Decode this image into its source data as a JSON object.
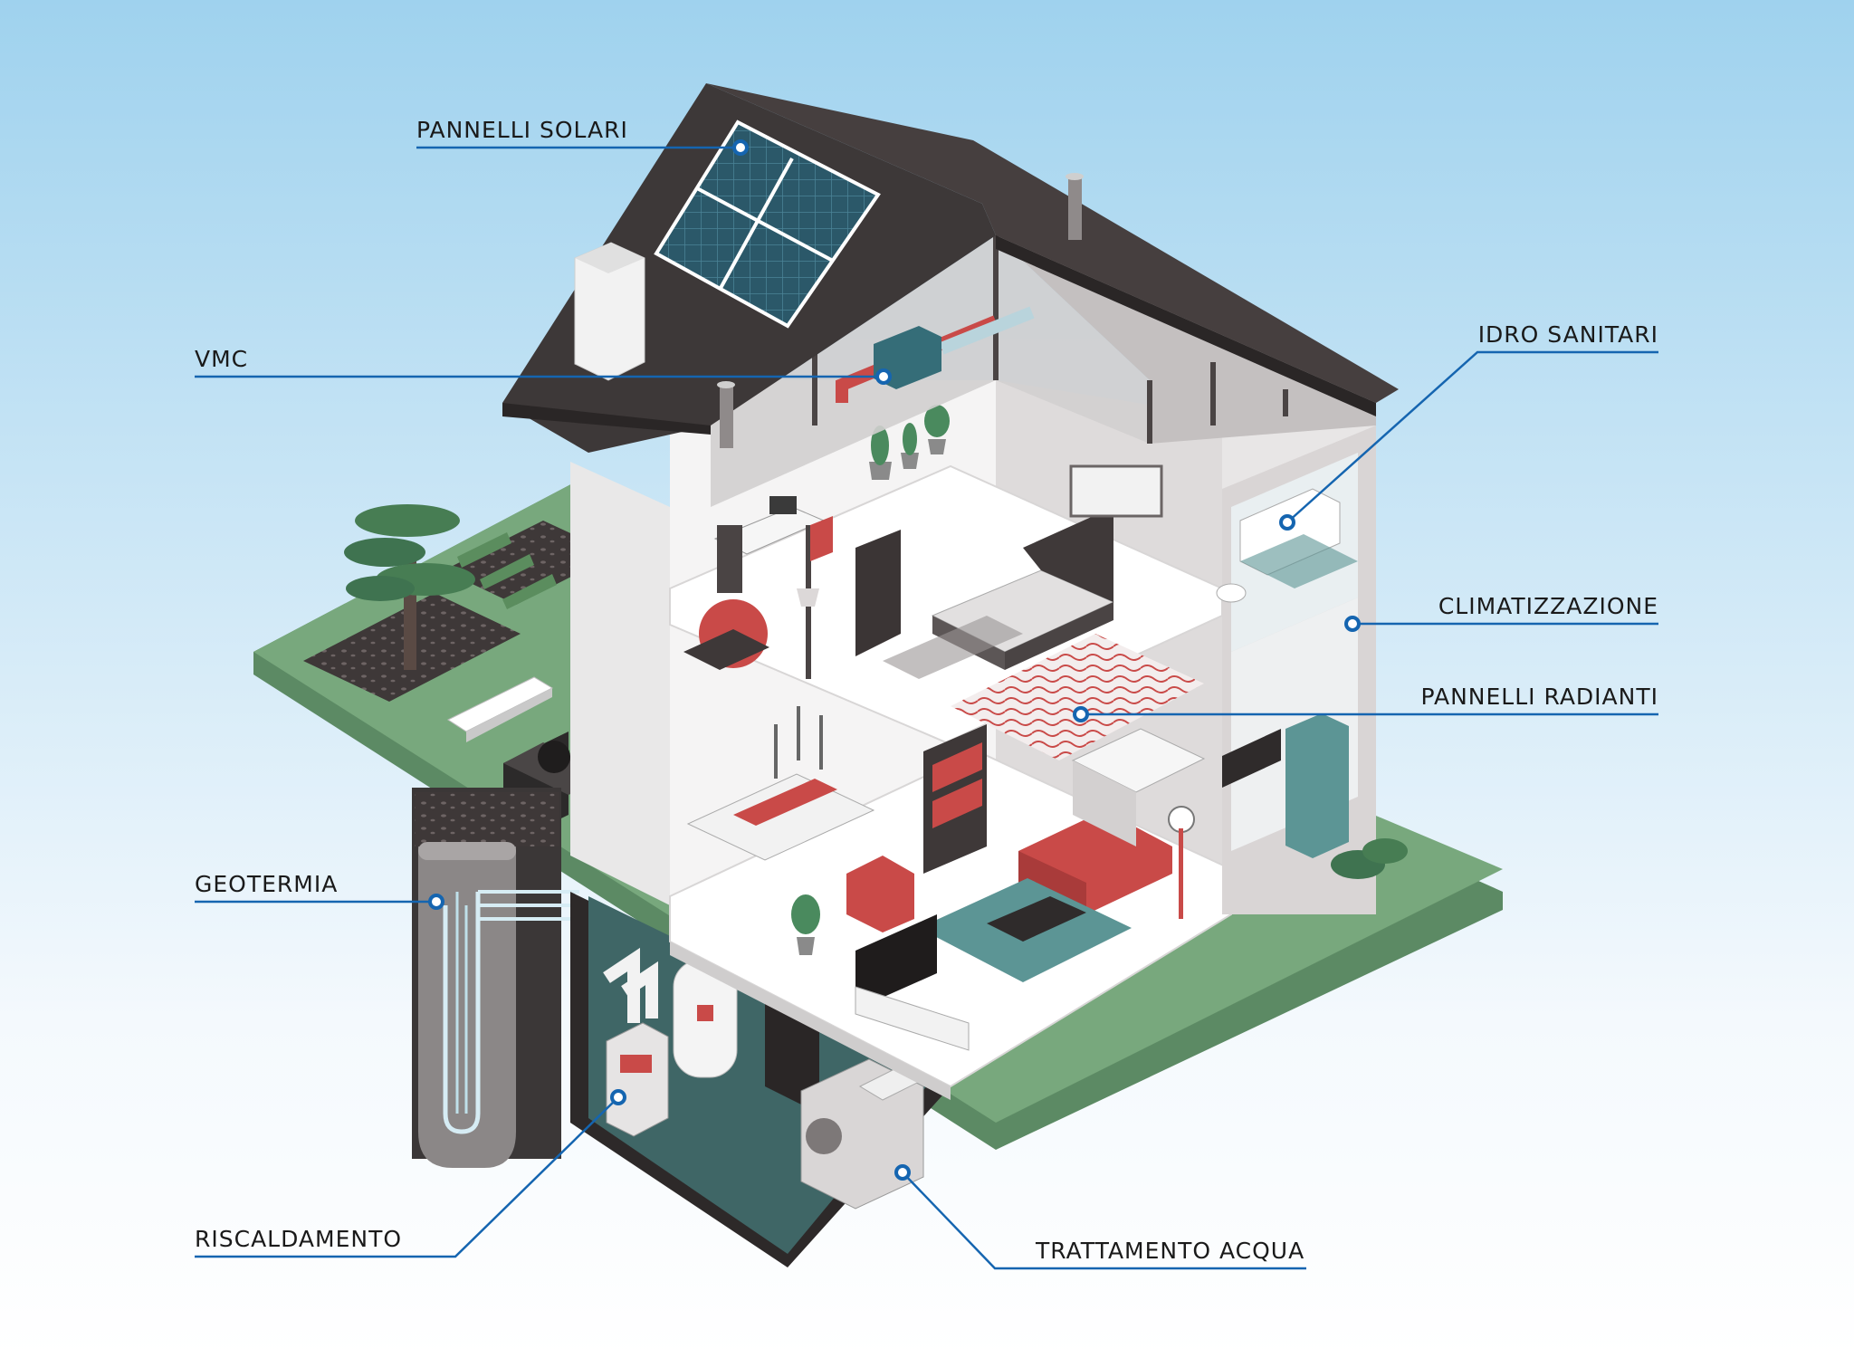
{
  "labels": {
    "solar_panels": "PANNELLI SOLARI",
    "vmc": "VMC",
    "sanitary": "IDRO SANITARI",
    "air_conditioning": "CLIMATIZZAZIONE",
    "radiant_panels": "PANNELLI RADIANTI",
    "geothermal": "GEOTERMIA",
    "heating": "RISCALDAMENTO",
    "water_treatment": "TRATTAMENTO ACQUA"
  },
  "colors": {
    "sky_top": "#9fd2ee",
    "sky_bottom": "#ffffff",
    "leader_line": "#1565b0",
    "roof": "#3d3838",
    "ground": "#6a9a72",
    "wall": "#ecebeb",
    "basement": "#3f6666",
    "accent_red": "#c94a48",
    "accent_teal": "#5c9595"
  }
}
